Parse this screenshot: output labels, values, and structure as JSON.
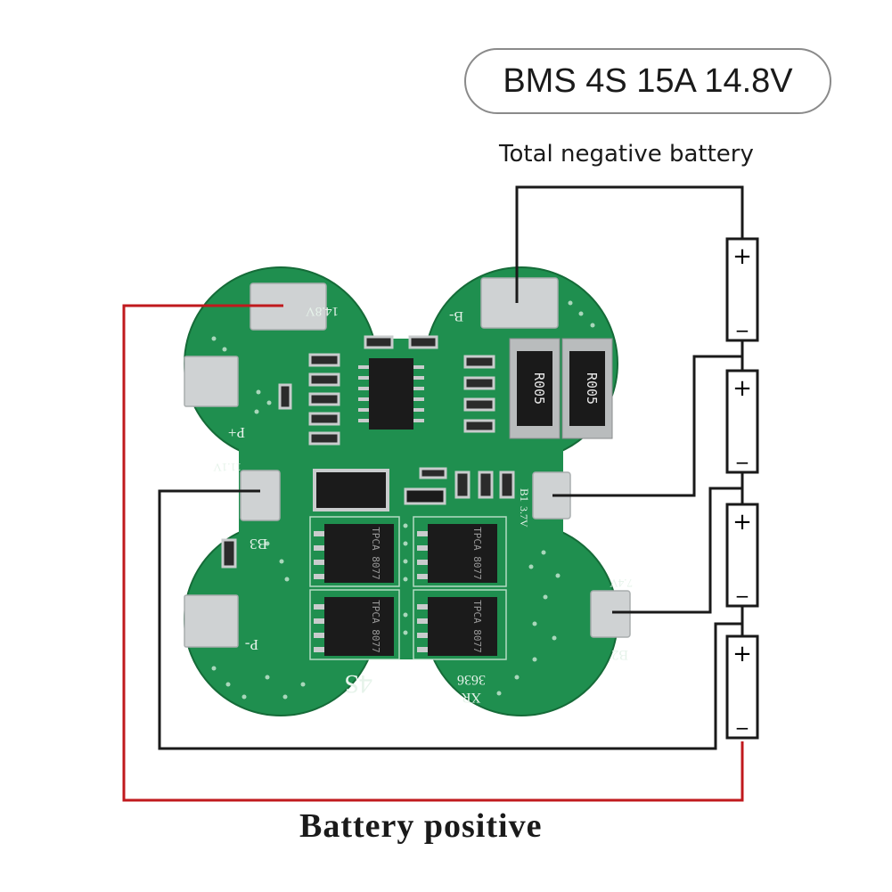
{
  "title": "BMS 4S 15A 14.8V",
  "labels": {
    "total_negative": "Total negative battery",
    "battery_positive": "Battery positive"
  },
  "board": {
    "pads": {
      "p_plus": "P+",
      "p_minus": "P-",
      "b_minus": "B-",
      "b1": "B1",
      "b2": "B2",
      "b3": "B3"
    },
    "voltage_marks": {
      "v148": "14.8V",
      "v111": "11.1V",
      "v37": "3.7V",
      "v74": "7.4V"
    },
    "silkscreen": {
      "series": "4S",
      "model": "3636",
      "maker": "XR"
    },
    "resistors": [
      "R005",
      "R005"
    ],
    "mosfets": [
      "TPCA 8077",
      "TPCA 8077",
      "TPCA 8077",
      "TPCA 8077"
    ]
  },
  "cells": [
    {
      "plus": "+",
      "minus": "−"
    },
    {
      "plus": "+",
      "minus": "−"
    },
    {
      "plus": "+",
      "minus": "−"
    },
    {
      "plus": "+",
      "minus": "−"
    }
  ],
  "colors": {
    "pcb": "#1f8f4f",
    "pcb_dark": "#16733d",
    "pad": "#cfd2d3",
    "wire_positive": "#c0191d",
    "wire_negative": "#1a1a1a"
  }
}
